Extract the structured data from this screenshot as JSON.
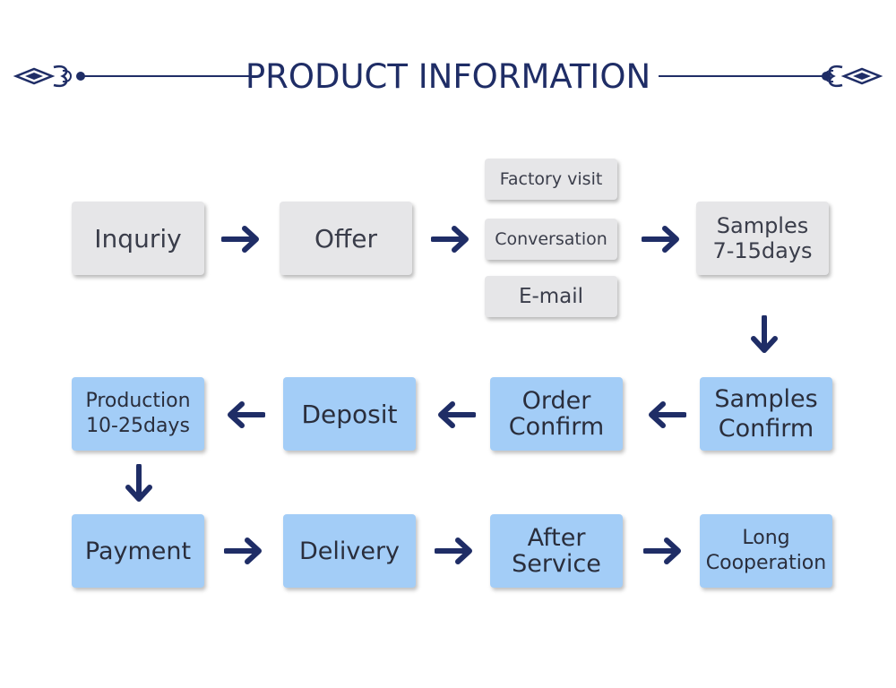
{
  "title": "PRODUCT INFORMATION",
  "colors": {
    "navy": "#1f2d66",
    "gray_box": "#e6e6e8",
    "blue_box": "#a3cdf7"
  },
  "boxes": {
    "inquiry": {
      "label": "Inquriy"
    },
    "offer": {
      "label": "Offer"
    },
    "factory_visit": {
      "label": "Factory visit"
    },
    "conversation": {
      "label": "Conversation"
    },
    "email": {
      "label": "E-mail"
    },
    "samples": {
      "line1": "Samples",
      "line2": "7-15days"
    },
    "samples_confirm": {
      "line1": "Samples",
      "line2": "Confirm"
    },
    "order_confirm": {
      "line1": "Order",
      "line2": "Confirm"
    },
    "deposit": {
      "label": "Deposit"
    },
    "production": {
      "line1": "Production",
      "line2": "10-25days"
    },
    "payment": {
      "label": "Payment"
    },
    "delivery": {
      "label": "Delivery"
    },
    "after_service": {
      "line1": "After",
      "line2": "Service"
    },
    "long_cooperation": {
      "line1": "Long",
      "line2": "Cooperation"
    }
  }
}
